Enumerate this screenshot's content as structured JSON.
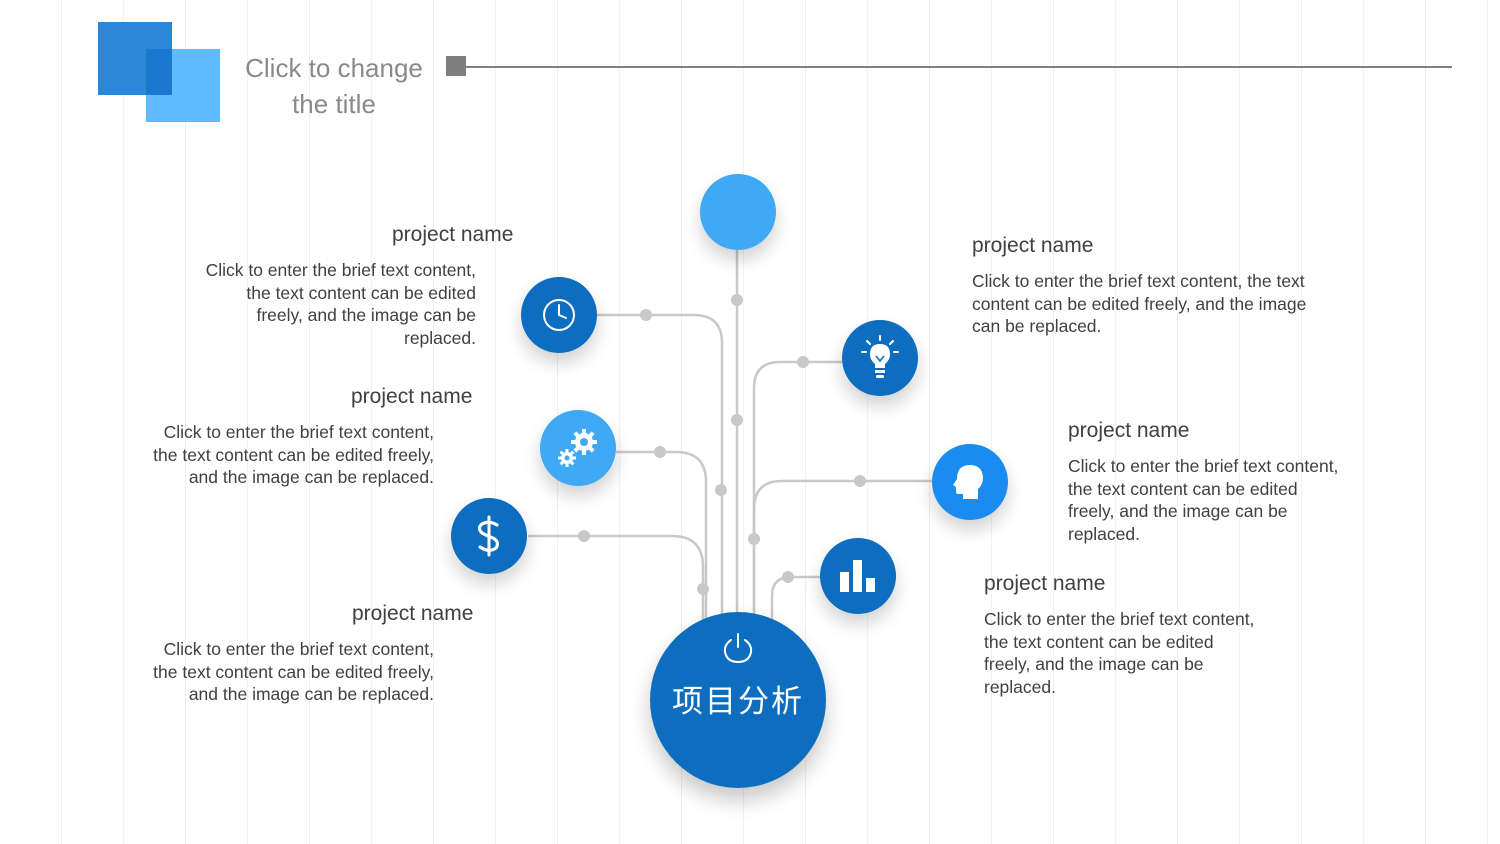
{
  "title": {
    "line1": "Click to change",
    "line2": "the title"
  },
  "center": {
    "label": "项目分析",
    "icon": "power-icon"
  },
  "blocks": [
    {
      "title": "project name",
      "text": "Click to enter the brief text content, the text content can be edited freely, and the image can be replaced.",
      "icon": "clock-icon"
    },
    {
      "title": "project name",
      "text": "Click to enter the brief text content, the text content can be edited freely, and the image can be replaced.",
      "icon": "gears-icon"
    },
    {
      "title": "project name",
      "text": "Click to enter the brief text content, the text content can be edited freely, and the image can be replaced.",
      "icon": "dollar-icon"
    },
    {
      "title": "project name",
      "text": "Click to enter the brief text content, the text content can be edited freely, and the image can be replaced.",
      "icon": "lightbulb-icon"
    },
    {
      "title": "project name",
      "text": "Click to enter the brief text content, the text content can be edited freely, and the image can be replaced.",
      "icon": "head-icon"
    },
    {
      "title": "project name",
      "text": "Click to enter the brief text content, the text content can be edited freely, and the image can be replaced.",
      "icon": "bar-chart-icon"
    }
  ],
  "colors": {
    "dark_blue": "#0d6ebf",
    "mid_blue": "#1a8bf0",
    "light_blue": "#3fa9f5",
    "connector": "#c8c8c8"
  }
}
